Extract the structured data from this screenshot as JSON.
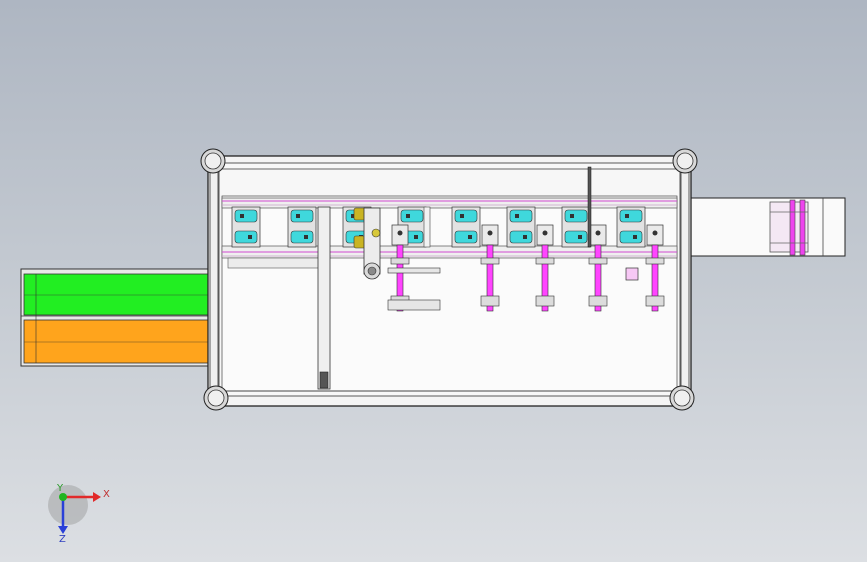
{
  "view": {
    "background_top": "#aeb6c2",
    "background_bottom": "#dcdfe3",
    "frame_color": "#f4f4f4",
    "edge_color": "#2a2a2a"
  },
  "model": {
    "stations": 8,
    "fixture_color": "#3fd8dc",
    "cylinder_color": "#ff44ff",
    "gripper_color": "#c9b423",
    "green_bin_color": "#22ee22",
    "orange_bin_color": "#ffa41c"
  },
  "triad": {
    "x_label": "X",
    "y_label": "Y",
    "z_label": "Z",
    "x_color": "#e12a2a",
    "y_color": "#21b521",
    "z_color": "#2a40d8"
  }
}
